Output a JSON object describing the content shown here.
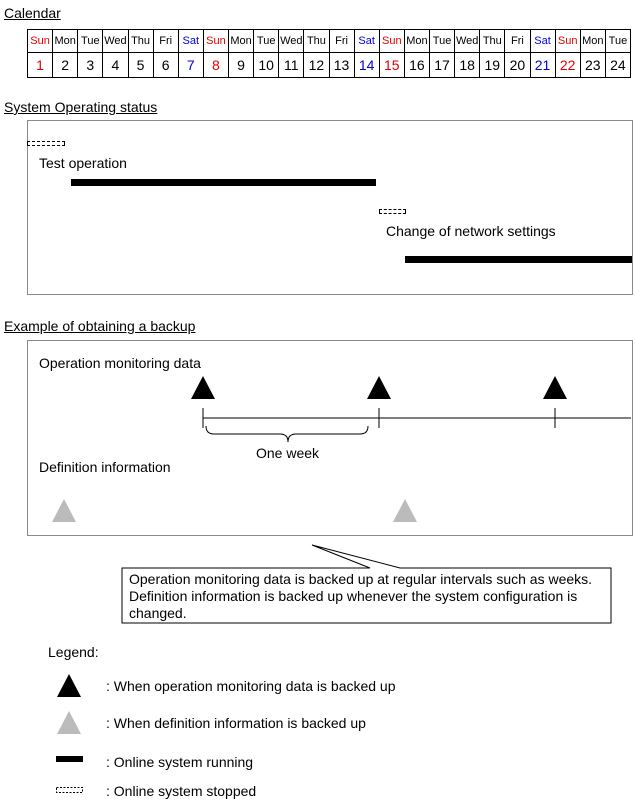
{
  "calendar": {
    "title": "Calendar",
    "days": [
      {
        "dow": "Sun",
        "num": "1",
        "color": "#e00000"
      },
      {
        "dow": "Mon",
        "num": "2",
        "color": ""
      },
      {
        "dow": "Tue",
        "num": "3",
        "color": ""
      },
      {
        "dow": "Wed",
        "num": "4",
        "color": ""
      },
      {
        "dow": "Thu",
        "num": "5",
        "color": ""
      },
      {
        "dow": "Fri",
        "num": "6",
        "color": ""
      },
      {
        "dow": "Sat",
        "num": "7",
        "color": "#0000e0"
      },
      {
        "dow": "Sun",
        "num": "8",
        "color": "#e00000"
      },
      {
        "dow": "Mon",
        "num": "9",
        "color": ""
      },
      {
        "dow": "Tue",
        "num": "10",
        "color": ""
      },
      {
        "dow": "Wed",
        "num": "11",
        "color": ""
      },
      {
        "dow": "Thu",
        "num": "12",
        "color": ""
      },
      {
        "dow": "Fri",
        "num": "13",
        "color": ""
      },
      {
        "dow": "Sat",
        "num": "14",
        "color": "#0000e0"
      },
      {
        "dow": "Sun",
        "num": "15",
        "color": "#e00000"
      },
      {
        "dow": "Mon",
        "num": "16",
        "color": ""
      },
      {
        "dow": "Tue",
        "num": "17",
        "color": ""
      },
      {
        "dow": "Wed",
        "num": "18",
        "color": ""
      },
      {
        "dow": "Thu",
        "num": "19",
        "color": ""
      },
      {
        "dow": "Fri",
        "num": "20",
        "color": ""
      },
      {
        "dow": "Sat",
        "num": "21",
        "color": "#0000e0"
      },
      {
        "dow": "Sun",
        "num": "22",
        "color": "#e00000"
      },
      {
        "dow": "Mon",
        "num": "23",
        "color": ""
      },
      {
        "dow": "Tue",
        "num": "24",
        "color": ""
      }
    ]
  },
  "status": {
    "title": "System Operating status",
    "test_operation": "Test operation",
    "network_change": "Change of network settings"
  },
  "backup": {
    "title": "Example of obtaining a backup",
    "monitoring_label": "Operation monitoring data",
    "one_week": "One week",
    "definition_label": "Definition information"
  },
  "callout": {
    "line1": "Operation monitoring data is backed up at regular intervals such as weeks.",
    "line2": "Definition information is backed up whenever the system configuration is",
    "line3": "changed."
  },
  "legend": {
    "title": "Legend:",
    "monitoring": ": When operation monitoring data is backed up",
    "definition": ": When definition information is backed up",
    "running": ": Online system running",
    "stopped": ": Online system stopped"
  },
  "colors": {
    "weekday_sun": "#e00000",
    "weekday_sat": "#0000e0",
    "definition_marker": "#bbbbbb",
    "monitoring_marker": "#000000"
  }
}
